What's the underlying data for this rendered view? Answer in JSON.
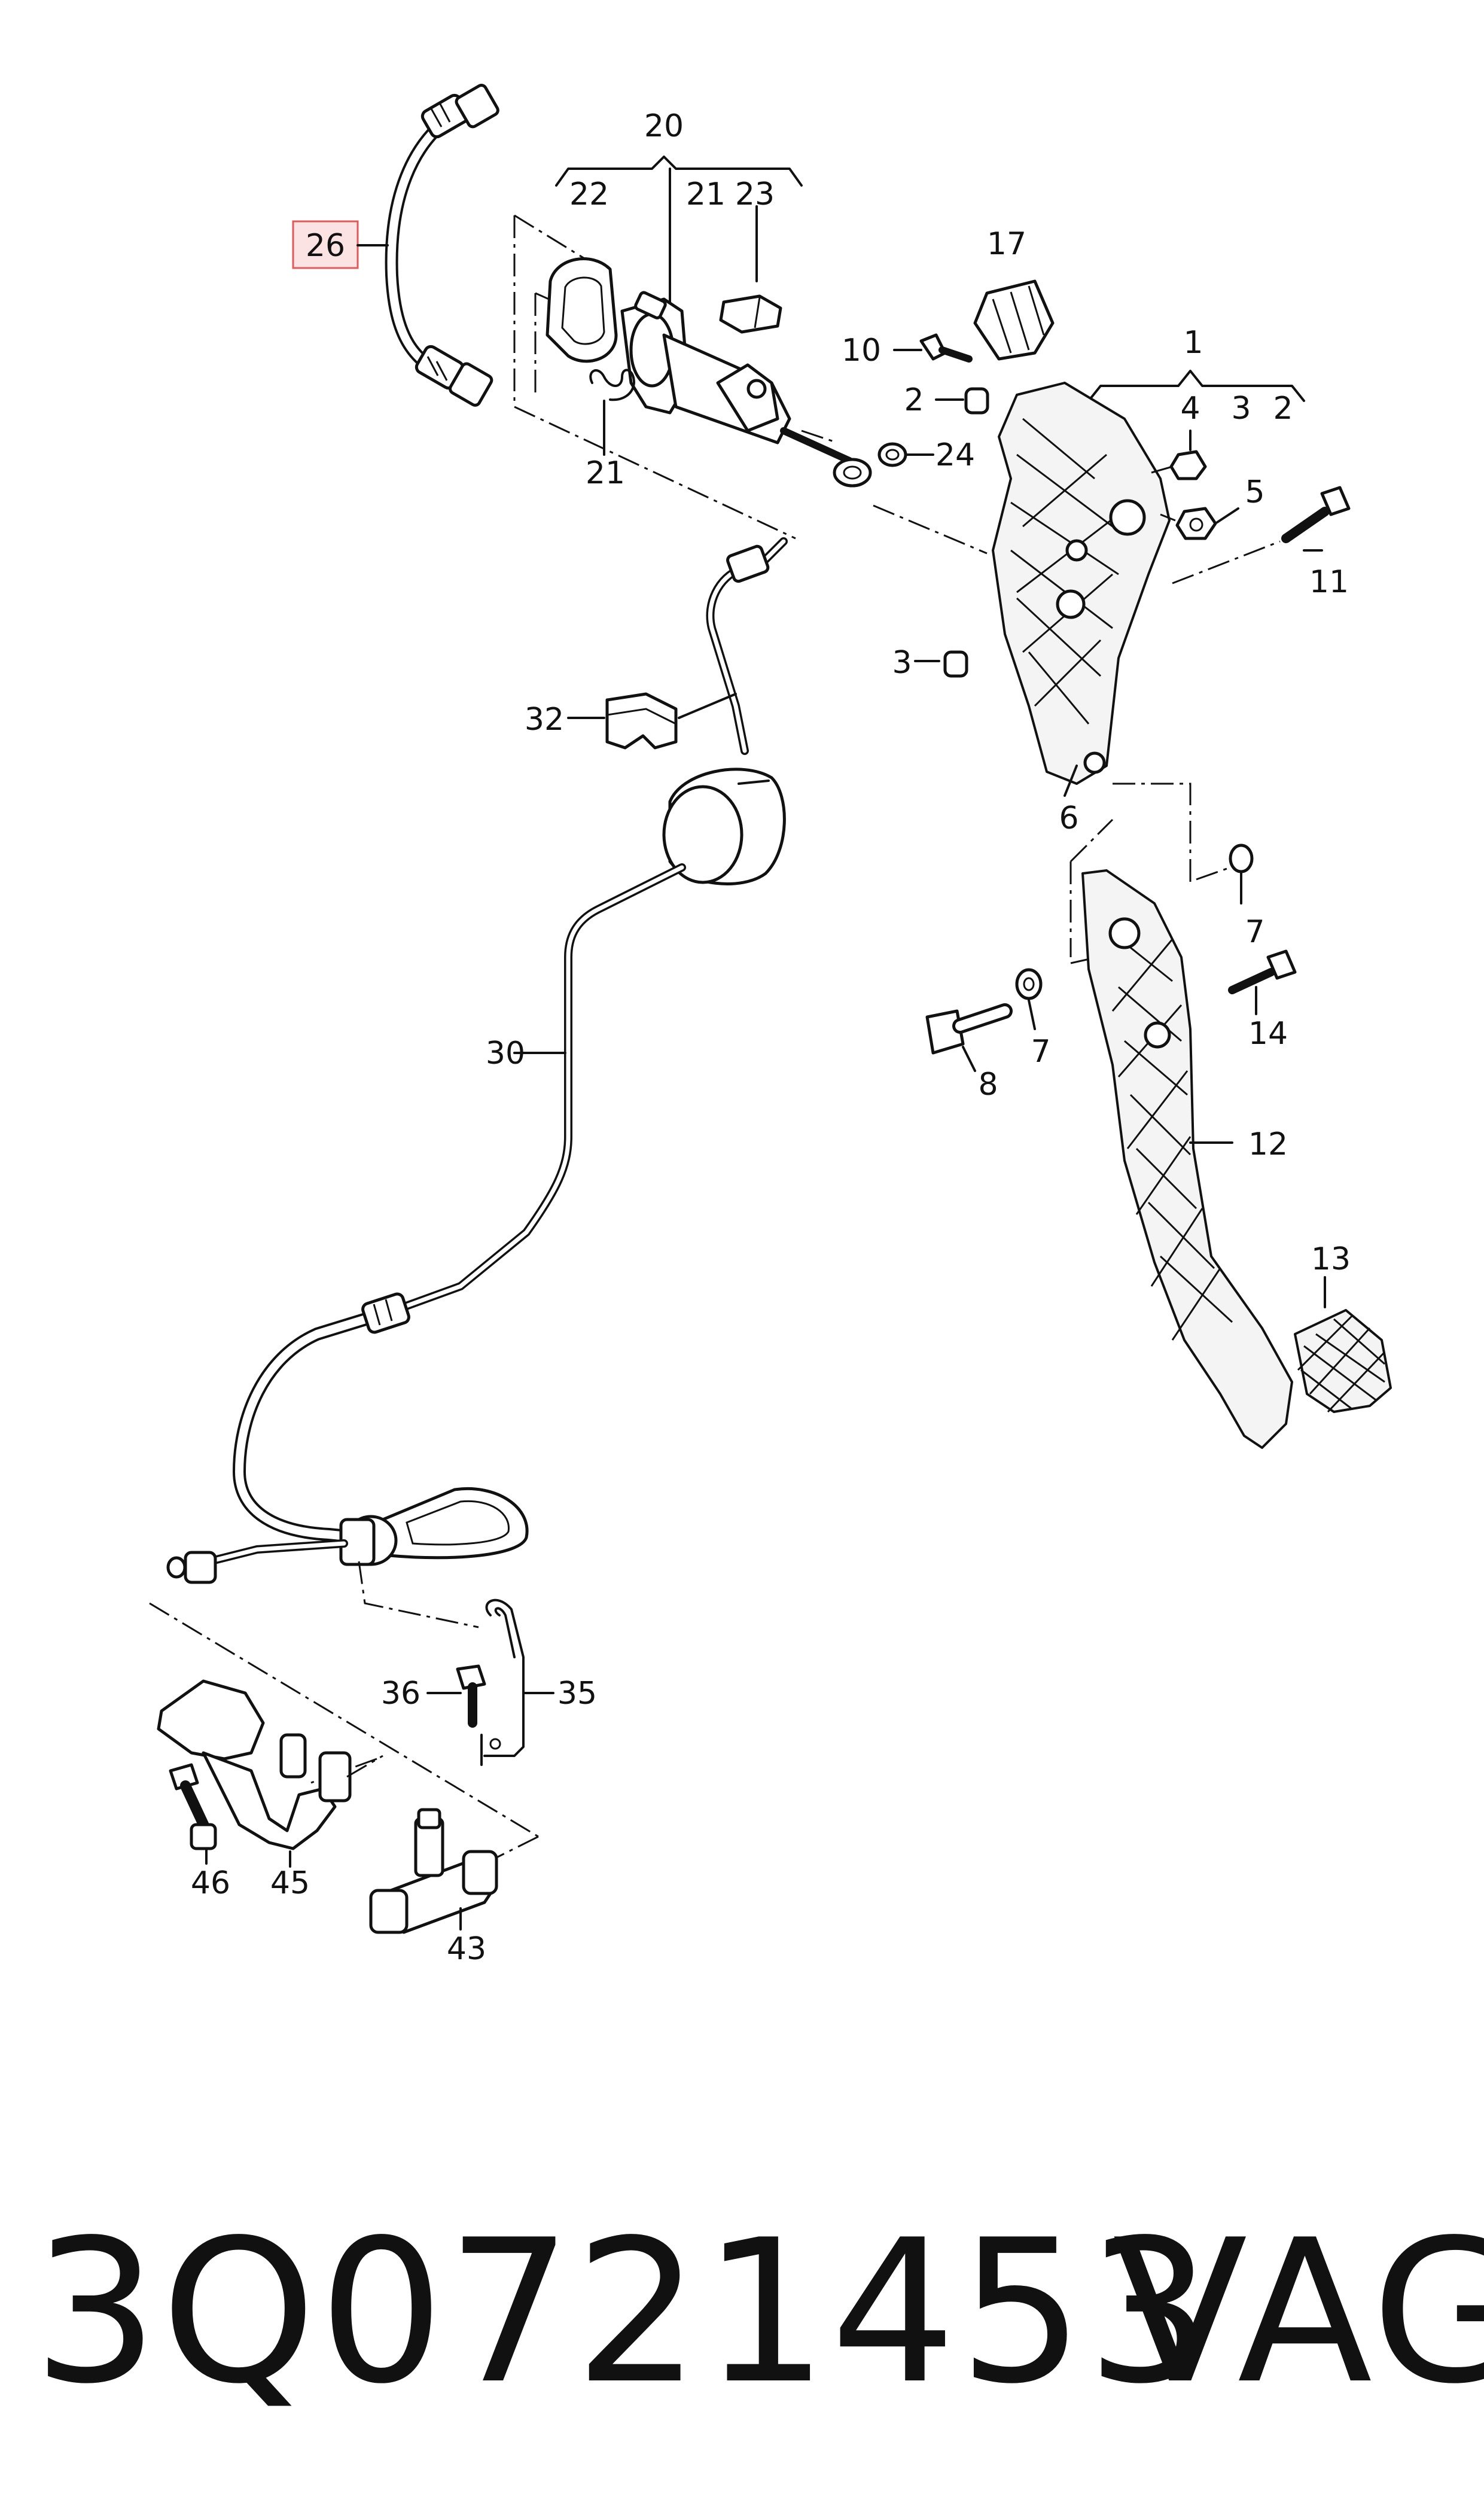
{
  "diagram": {
    "highlighted_callout": "26",
    "highlight_colors": {
      "fill": "#fbe3e3",
      "stroke": "#e05a5a"
    },
    "callouts": {
      "c1": "1",
      "c2a": "2",
      "c2b": "2",
      "c3a": "3",
      "c3b": "3",
      "c4": "4",
      "c5": "5",
      "c6": "6",
      "c7a": "7",
      "c7b": "7",
      "c8": "8",
      "c10": "10",
      "c11": "11",
      "c12": "12",
      "c13": "13",
      "c14": "14",
      "c17": "17",
      "c20": "20",
      "c21a": "21",
      "c21b": "21",
      "c22": "22",
      "c23": "23",
      "c24": "24",
      "c26": "26",
      "c30": "30",
      "c32": "32",
      "c35": "35",
      "c36": "36",
      "c43": "43",
      "c45": "45",
      "c46": "46"
    }
  },
  "footer": {
    "part_number": "3Q0721453",
    "brand": "VAG"
  }
}
